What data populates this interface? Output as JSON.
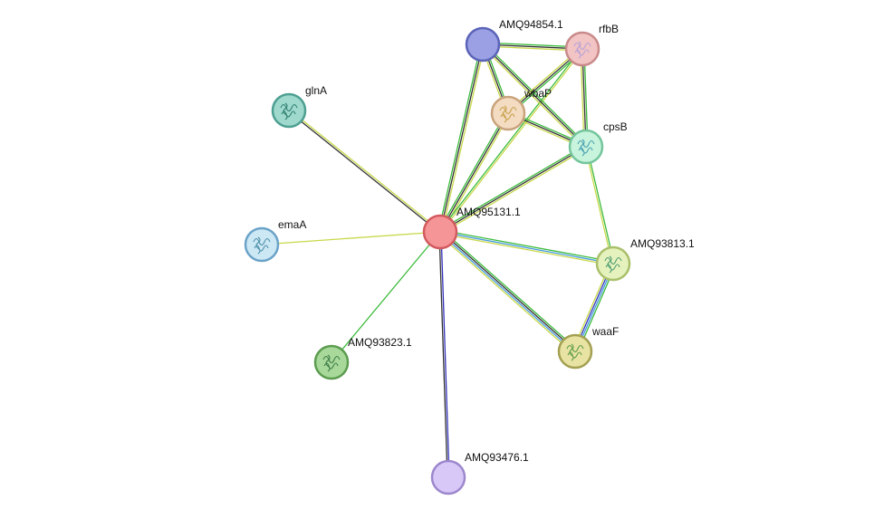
{
  "network": {
    "nodes": [
      {
        "id": "AMQ95131.1",
        "label": "AMQ95131.1",
        "fill": "#f59597",
        "stroke": "#d35a5e",
        "glyph": false
      },
      {
        "id": "AMQ94854.1",
        "label": "AMQ94854.1",
        "fill": "#9aa0e3",
        "stroke": "#5b63b8",
        "glyph": false
      },
      {
        "id": "rfbB",
        "label": "rfbB",
        "fill": "#f2c4c4",
        "stroke": "#c98a8a",
        "glyph": true,
        "glyph_color": "#b8a2d8"
      },
      {
        "id": "wbaP",
        "label": "wbaP",
        "fill": "#f3dcc2",
        "stroke": "#c9a37c",
        "glyph": true,
        "glyph_color": "#c9a14a"
      },
      {
        "id": "cpsB",
        "label": "cpsB",
        "fill": "#c8f4de",
        "stroke": "#74c59c",
        "glyph": true,
        "glyph_color": "#4a9fb0"
      },
      {
        "id": "glnA",
        "label": "glnA",
        "fill": "#9fd9cd",
        "stroke": "#4d9f92",
        "glyph": true,
        "glyph_color": "#2f7f6f"
      },
      {
        "id": "emaA",
        "label": "emaA",
        "fill": "#cde8f5",
        "stroke": "#6aa3c8",
        "glyph": true,
        "glyph_color": "#4c8fa9"
      },
      {
        "id": "AMQ93813.1",
        "label": "AMQ93813.1",
        "fill": "#e6f2bd",
        "stroke": "#a9c06a",
        "glyph": true,
        "glyph_color": "#4f9e74"
      },
      {
        "id": "waaF",
        "label": "waaF",
        "fill": "#e8e3a2",
        "stroke": "#a3a052",
        "glyph": true,
        "glyph_color": "#5e9d4a"
      },
      {
        "id": "AMQ93823.1",
        "label": "AMQ93823.1",
        "fill": "#a8d99a",
        "stroke": "#5b9c4f",
        "glyph": true,
        "glyph_color": "#3f7d4a"
      },
      {
        "id": "AMQ93476.1",
        "label": "AMQ93476.1",
        "fill": "#d8c8f8",
        "stroke": "#9c87cc",
        "glyph": false
      }
    ],
    "edges": [
      {
        "source": "AMQ95131.1",
        "target": "glnA",
        "colors": [
          "#333333",
          "#c8d84a"
        ]
      },
      {
        "source": "AMQ95131.1",
        "target": "emaA",
        "colors": [
          "#c8d84a"
        ]
      },
      {
        "source": "AMQ95131.1",
        "target": "AMQ93823.1",
        "colors": [
          "#3cbb3c"
        ]
      },
      {
        "source": "AMQ95131.1",
        "target": "AMQ93476.1",
        "colors": [
          "#3333bb",
          "#333333"
        ]
      },
      {
        "source": "AMQ95131.1",
        "target": "AMQ94854.1",
        "colors": [
          "#3cbb3c",
          "#333333",
          "#c8d84a"
        ]
      },
      {
        "source": "AMQ95131.1",
        "target": "wbaP",
        "colors": [
          "#3cbb3c",
          "#333333",
          "#c8d84a"
        ]
      },
      {
        "source": "AMQ95131.1",
        "target": "rfbB",
        "colors": [
          "#3cbb3c",
          "#c8d84a"
        ]
      },
      {
        "source": "AMQ95131.1",
        "target": "cpsB",
        "colors": [
          "#3cbb3c",
          "#333333",
          "#c8d84a"
        ]
      },
      {
        "source": "AMQ95131.1",
        "target": "AMQ93813.1",
        "colors": [
          "#3cbb3c",
          "#4499dd",
          "#c8d84a"
        ]
      },
      {
        "source": "AMQ95131.1",
        "target": "waaF",
        "colors": [
          "#3cbb3c",
          "#333333",
          "#4499dd",
          "#c8d84a"
        ]
      },
      {
        "source": "AMQ94854.1",
        "target": "rfbB",
        "colors": [
          "#3cbb3c",
          "#333333",
          "#c8d84a"
        ]
      },
      {
        "source": "AMQ94854.1",
        "target": "wbaP",
        "colors": [
          "#3cbb3c",
          "#333333",
          "#c8d84a"
        ]
      },
      {
        "source": "AMQ94854.1",
        "target": "cpsB",
        "colors": [
          "#3cbb3c",
          "#333333",
          "#c8d84a"
        ]
      },
      {
        "source": "rfbB",
        "target": "wbaP",
        "colors": [
          "#3cbb3c",
          "#333333",
          "#c8d84a"
        ]
      },
      {
        "source": "rfbB",
        "target": "cpsB",
        "colors": [
          "#3cbb3c",
          "#333333",
          "#c8d84a"
        ]
      },
      {
        "source": "wbaP",
        "target": "cpsB",
        "colors": [
          "#3cbb3c",
          "#333333",
          "#c8d84a"
        ]
      },
      {
        "source": "cpsB",
        "target": "AMQ93813.1",
        "colors": [
          "#3cbb3c",
          "#c8d84a"
        ]
      },
      {
        "source": "AMQ93813.1",
        "target": "waaF",
        "colors": [
          "#3cbb3c",
          "#4499dd",
          "#3333bb",
          "#c8d84a"
        ]
      }
    ]
  }
}
